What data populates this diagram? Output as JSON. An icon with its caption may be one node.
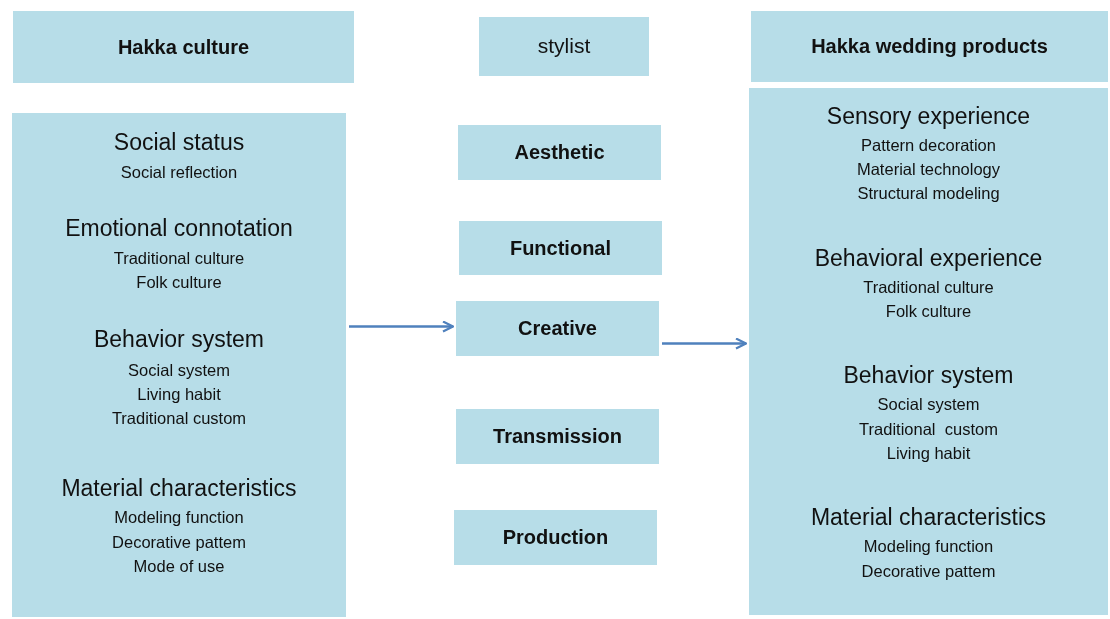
{
  "diagram": {
    "nodes": [
      {
        "text": [
          "Hakka culture"
        ]
      },
      {
        "text": [
          "stylist"
        ]
      },
      {
        "text": [
          "Hakka wedding products"
        ]
      },
      {
        "text": [
          "Social status",
          "Social reflection",
          "Emotional connotation",
          "Traditional culture",
          "Folk culture",
          "Behavior system",
          "Social system",
          "Living habit",
          "Traditional custom",
          "Material characteristics",
          "Modeling function",
          "Decorative pattem",
          "Mode of use"
        ]
      },
      {
        "text": [
          "Aesthetic"
        ]
      },
      {
        "text": [
          "Functional"
        ]
      },
      {
        "text": [
          "Creative"
        ]
      },
      {
        "text": [
          "Transmission"
        ]
      },
      {
        "text": [
          "Production"
        ]
      },
      {
        "text": [
          "Sensory experience",
          "Pattern decoration",
          "Material technology",
          "Structural modeling",
          "Behavioral experience",
          "Traditional culture",
          "Folk culture",
          "Behavior system",
          "Social system",
          "Traditional  custom",
          "Living habit",
          "Material characteristics",
          "Modeling function",
          "Decorative pattem"
        ]
      }
    ],
    "edges": [
      {
        "from": 3,
        "to": 6,
        "arrow": "to"
      },
      {
        "from": 6,
        "to": 9,
        "arrow": "to"
      }
    ]
  }
}
